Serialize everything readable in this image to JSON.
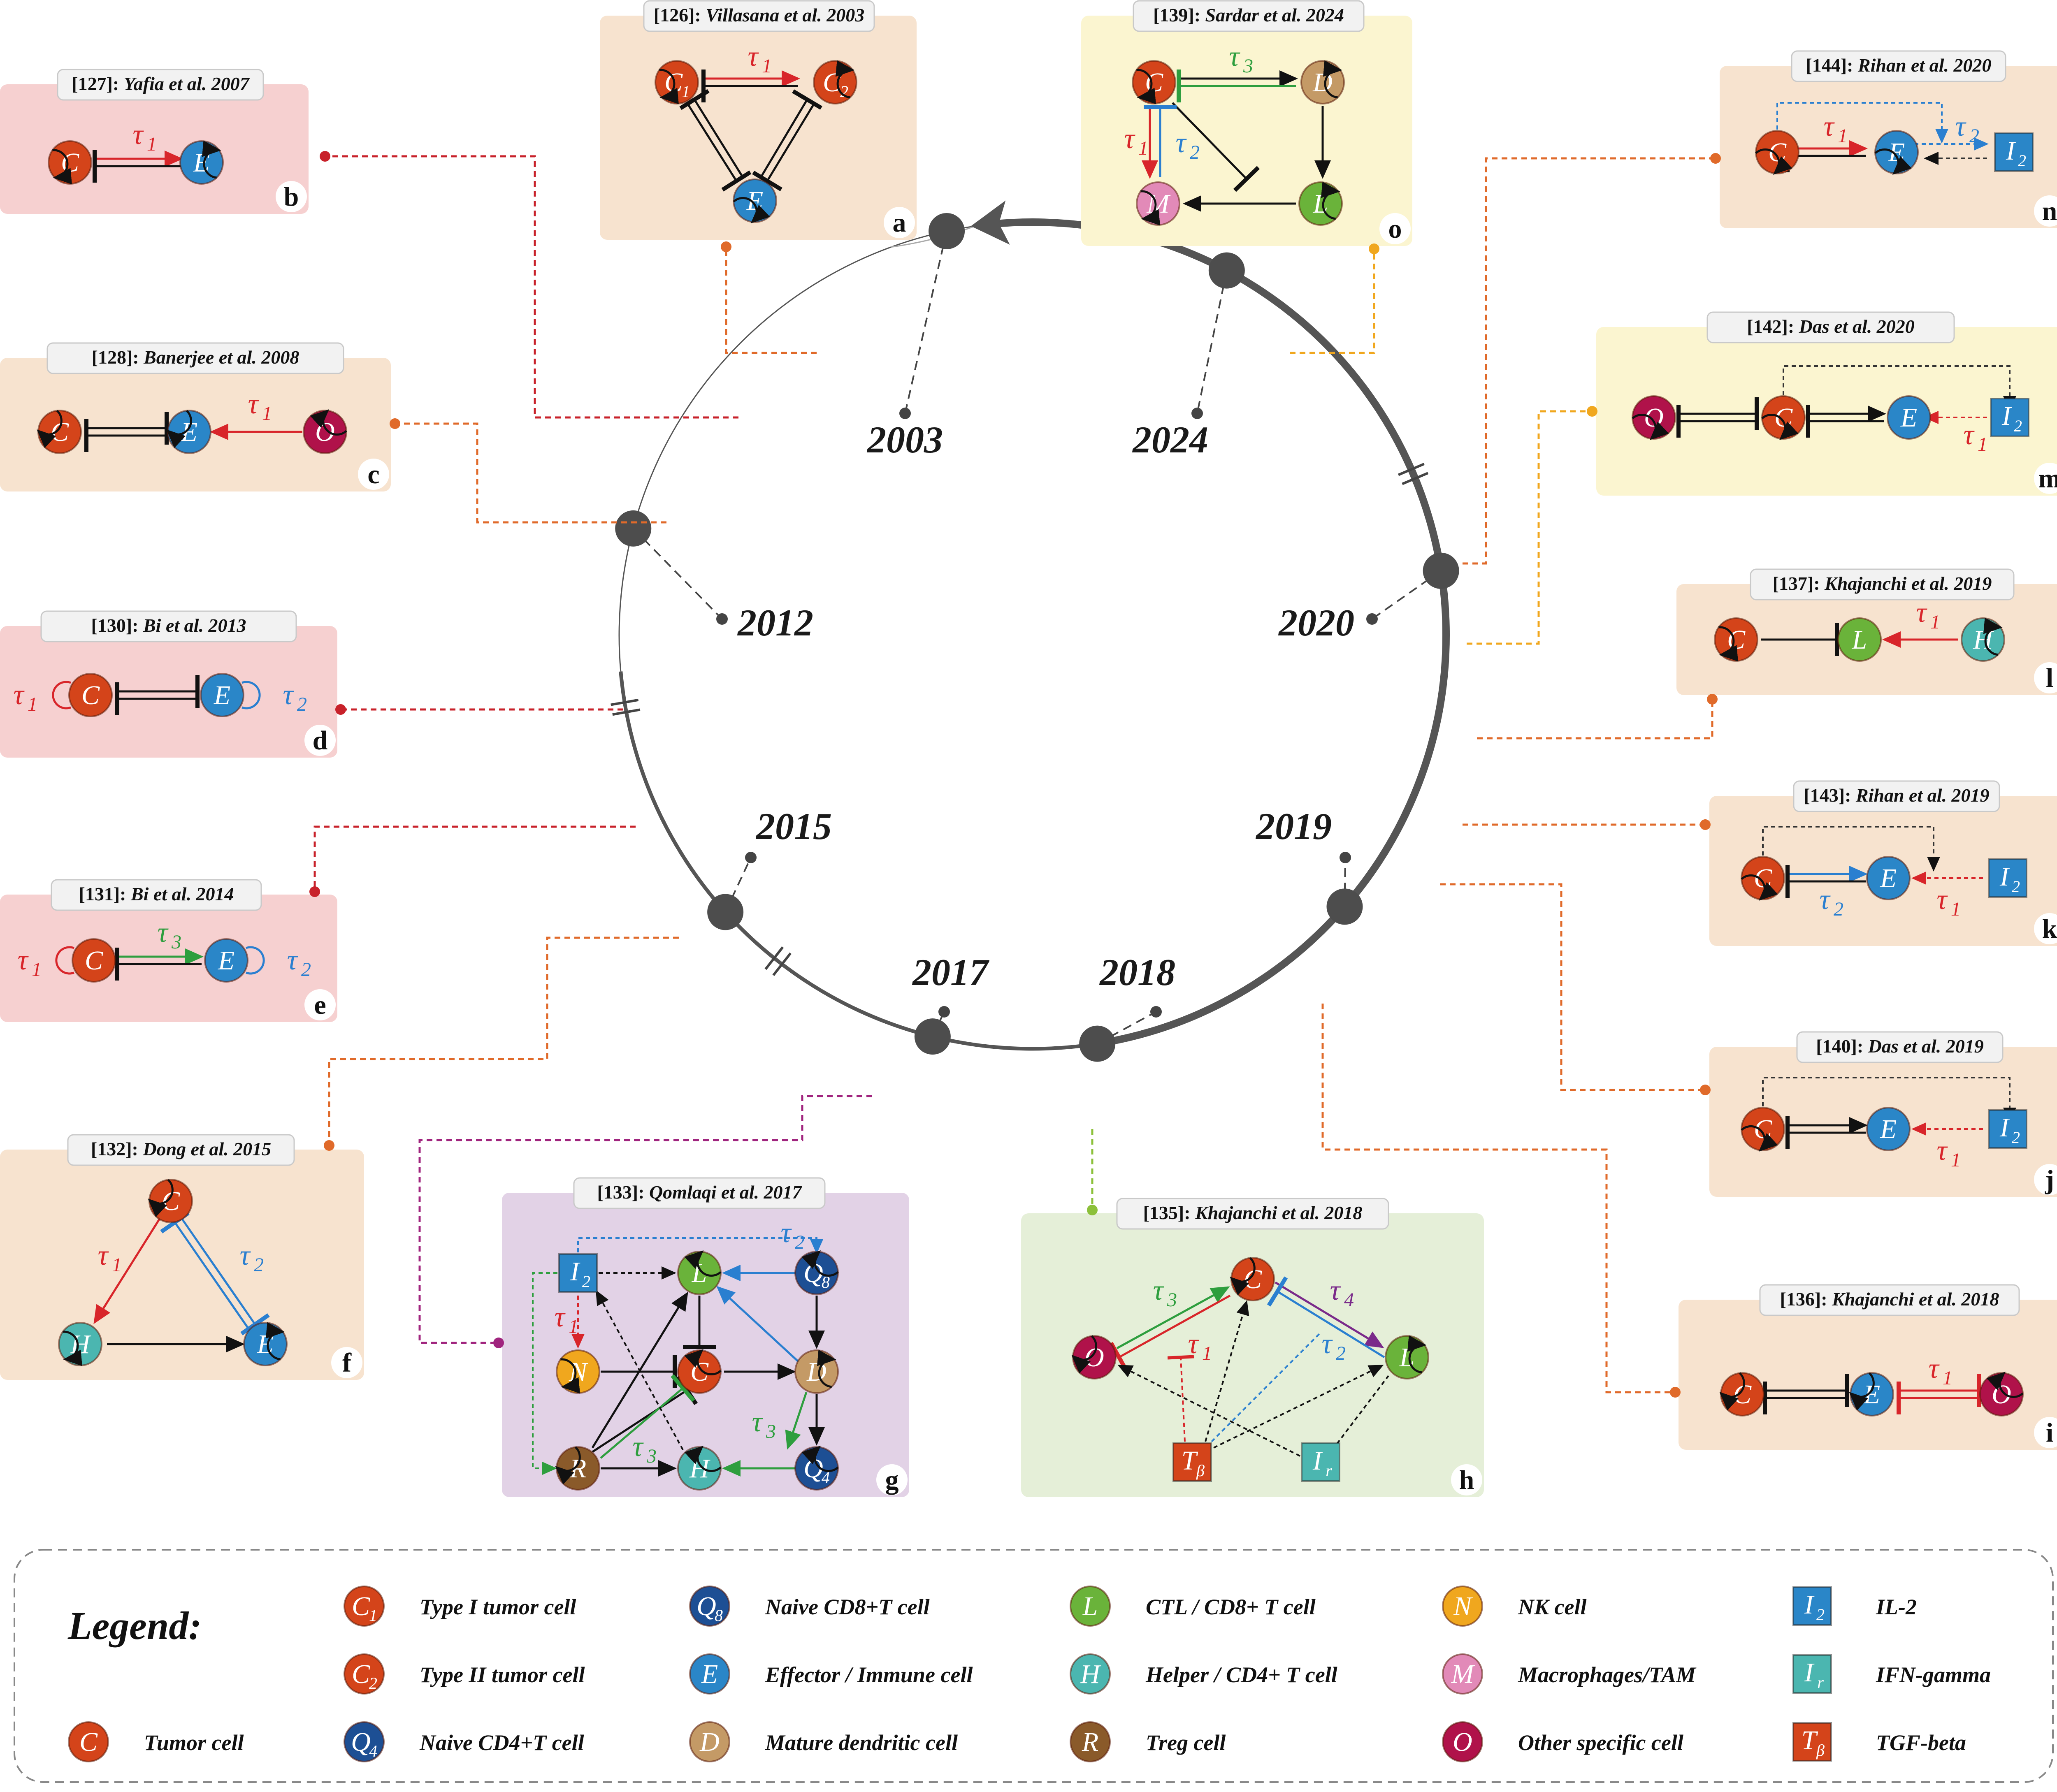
{
  "timeline": {
    "years": [
      "2003",
      "2012",
      "2015",
      "2017",
      "2018",
      "2019",
      "2020",
      "2024"
    ]
  },
  "colors": {
    "tumor": "#d4441a",
    "effector": "#2a86c8",
    "ctl": "#6ab33a",
    "helper": "#4bb6b0",
    "dendritic": "#c49a66",
    "treg": "#8a5a2a",
    "naive": "#1d4f94",
    "nk": "#f0a71e",
    "macro": "#e28ab8",
    "other": "#b0124a",
    "il2": "#2a86c8",
    "ifn": "#4bb6b0",
    "tgf": "#d4441a",
    "red": "#d8252a",
    "blue": "#2a7fd0",
    "green": "#2e9e3e",
    "purple": "#7a2a8a",
    "panel_peach": "#f7e3cf",
    "panel_pink": "#f6d0d0",
    "panel_yellow": "#fbf5d0",
    "panel_purple": "#e2d2e6",
    "panel_green": "#e5efd8"
  },
  "panels": {
    "a": {
      "ref": "[126]: ",
      "author": "Villasana et al. 2003",
      "letter": "a"
    },
    "b": {
      "ref": "[127]: ",
      "author": "Yafia et al. 2007",
      "letter": "b"
    },
    "c": {
      "ref": "[128]: ",
      "author": "Banerjee et al. 2008",
      "letter": "c"
    },
    "d": {
      "ref": "[130]: ",
      "author": "Bi et al. 2013",
      "letter": "d"
    },
    "e": {
      "ref": "[131]: ",
      "author": "Bi et al. 2014",
      "letter": "e"
    },
    "f": {
      "ref": "[132]: ",
      "author": "Dong et al. 2015",
      "letter": "f"
    },
    "g": {
      "ref": "[133]: ",
      "author": "Qomlaqi et al. 2017",
      "letter": "g"
    },
    "h": {
      "ref": "[135]: ",
      "author": "Khajanchi et al. 2018",
      "letter": "h"
    },
    "i": {
      "ref": "[136]: ",
      "author": "Khajanchi et al. 2018",
      "letter": "i"
    },
    "j": {
      "ref": "[140]: ",
      "author": "Das et al. 2019",
      "letter": "j"
    },
    "k": {
      "ref": "[143]: ",
      "author": "Rihan et al. 2019",
      "letter": "k"
    },
    "l": {
      "ref": "[137]: ",
      "author": "Khajanchi et al. 2019",
      "letter": "l"
    },
    "m": {
      "ref": "[142]: ",
      "author": "Das et al. 2020",
      "letter": "m"
    },
    "n": {
      "ref": "[144]: ",
      "author": "Rihan et al. 2020",
      "letter": "n"
    },
    "o": {
      "ref": "[139]: ",
      "author": "Sardar et al. 2024",
      "letter": "o"
    }
  },
  "node_letters": {
    "C": "C",
    "C1": "C",
    "C2": "C",
    "E": "E",
    "O": "O",
    "H": "H",
    "L": "L",
    "D": "D",
    "M": "M",
    "N": "N",
    "R": "R",
    "Q": "Q",
    "I": "I",
    "T": "T",
    "sub1": "1",
    "sub2": "2",
    "sub4": "4",
    "sub8": "8",
    "subr": "r",
    "subb": "β"
  },
  "taus": {
    "t1": "τ",
    "s1": "1",
    "s2": "2",
    "s3": "3",
    "s4": "4"
  },
  "legend": {
    "title": "Legend:",
    "items": {
      "c1": "Type I tumor cell",
      "c2": "Type II tumor cell",
      "c": "Tumor cell",
      "q8": "Naive CD8+T cell",
      "e": "Effector / Immune cell",
      "q4": "Naive CD4+T cell",
      "l": "CTL / CD8+ T cell",
      "h": "Helper / CD4+ T cell",
      "d": "Mature dendritic cell",
      "r": "Treg cell",
      "n": "NK cell",
      "m": "Macrophages/TAM",
      "o": "Other specific cell",
      "i2": "IL-2",
      "ir": "IFN-gamma",
      "tb": "TGF-beta"
    }
  }
}
